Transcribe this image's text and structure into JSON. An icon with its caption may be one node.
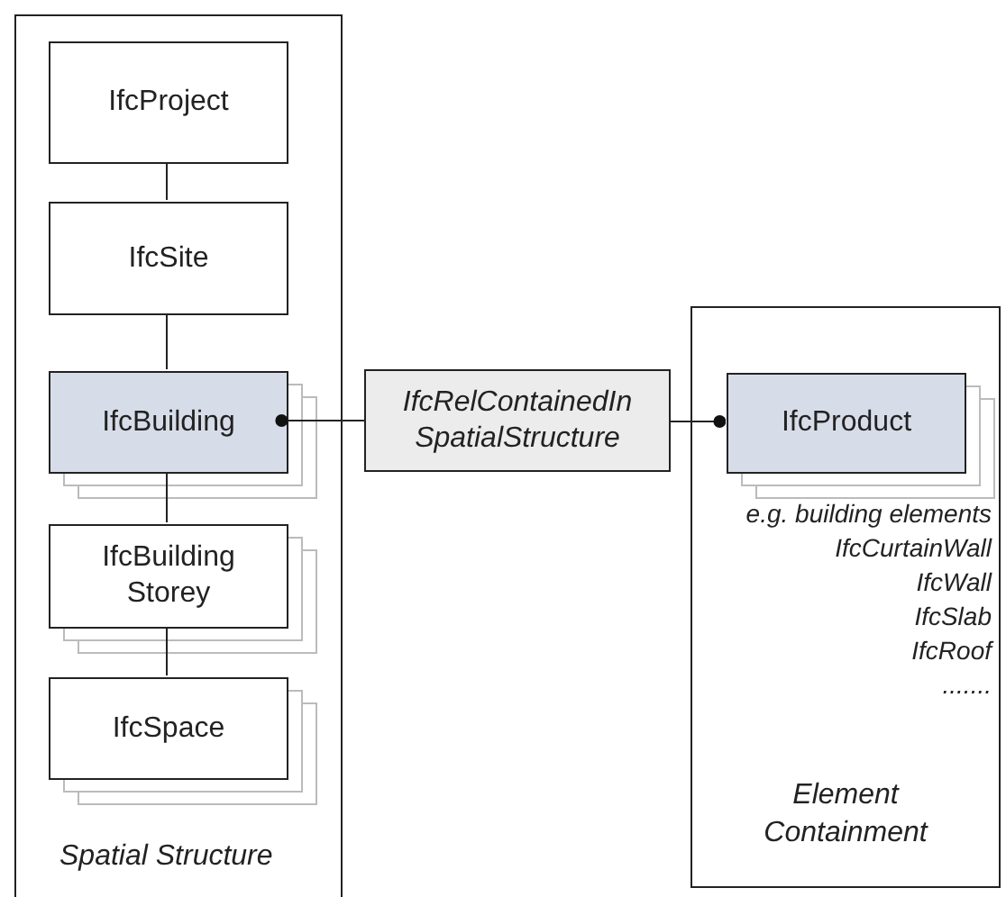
{
  "diagram": {
    "nodes": [
      {
        "text": [
          "Spatial Structure"
        ]
      },
      {
        "text": [
          "IfcProject"
        ],
        "in": 0
      },
      {
        "text": [
          "IfcSite"
        ],
        "in": 0
      },
      {
        "text": [
          "IfcBuilding"
        ],
        "in": 0
      },
      {
        "text": [
          "IfcBuilding Storey"
        ],
        "in": 0
      },
      {
        "text": [
          "IfcSpace"
        ],
        "in": 0
      },
      {
        "text": [
          "IfcRelContainedIn SpatialStructure"
        ]
      },
      {
        "text": [
          "e.g. building elements",
          "IfcCurtainWall",
          "IfcWall",
          "IfcSlab",
          "IfcRoof",
          ".......",
          "Element Containment"
        ]
      },
      {
        "text": [
          "IfcProduct"
        ],
        "in": 7
      }
    ],
    "edges": [
      {
        "from": 1,
        "to": 2,
        "arrow": "none"
      },
      {
        "from": 2,
        "to": 3,
        "arrow": "none"
      },
      {
        "from": 3,
        "to": 4,
        "arrow": "none"
      },
      {
        "from": 4,
        "to": 5,
        "arrow": "none"
      },
      {
        "from": 6,
        "to": 3,
        "arrow": "other"
      },
      {
        "from": 6,
        "to": 8,
        "arrow": "other"
      }
    ]
  }
}
